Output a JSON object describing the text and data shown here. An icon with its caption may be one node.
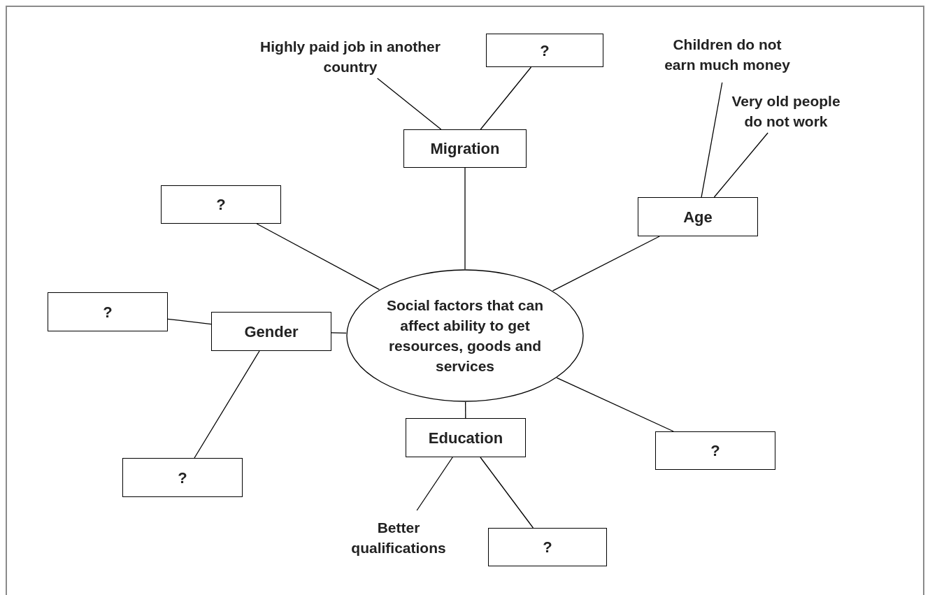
{
  "diagram": {
    "nodes": [
      {
        "text": [
          "Highly paid job in another country"
        ]
      },
      {
        "text": [
          "?"
        ]
      },
      {
        "text": [
          "Children do not earn much money"
        ]
      },
      {
        "text": [
          "Migration"
        ]
      },
      {
        "text": [
          "Very old people do not work"
        ]
      },
      {
        "text": [
          "?"
        ]
      },
      {
        "text": [
          "Age"
        ]
      },
      {
        "text": [
          "Social factors that can affect ability to get resources, goods and services"
        ]
      },
      {
        "text": [
          "?"
        ]
      },
      {
        "text": [
          "Gender"
        ]
      },
      {
        "text": [
          "Education"
        ]
      },
      {
        "text": [
          "?"
        ]
      },
      {
        "text": [
          "?"
        ]
      },
      {
        "text": [
          "Better qualifications"
        ]
      },
      {
        "text": [
          "?"
        ]
      }
    ],
    "edges": [
      {
        "from": 7,
        "to": 3,
        "arrow": "none"
      },
      {
        "from": 7,
        "to": 6,
        "arrow": "none"
      },
      {
        "from": 7,
        "to": 5,
        "arrow": "none"
      },
      {
        "from": 7,
        "to": 9,
        "arrow": "none"
      },
      {
        "from": 7,
        "to": 10,
        "arrow": "none"
      },
      {
        "from": 7,
        "to": 11,
        "arrow": "none"
      },
      {
        "from": 3,
        "to": 0,
        "arrow": "none"
      },
      {
        "from": 3,
        "to": 1,
        "arrow": "none"
      },
      {
        "from": 6,
        "to": 2,
        "arrow": "none"
      },
      {
        "from": 6,
        "to": 4,
        "arrow": "none"
      },
      {
        "from": 9,
        "to": 8,
        "arrow": "none"
      },
      {
        "from": 9,
        "to": 12,
        "arrow": "none"
      },
      {
        "from": 10,
        "to": 13,
        "arrow": "none"
      },
      {
        "from": 10,
        "to": 14,
        "arrow": "none"
      }
    ]
  }
}
